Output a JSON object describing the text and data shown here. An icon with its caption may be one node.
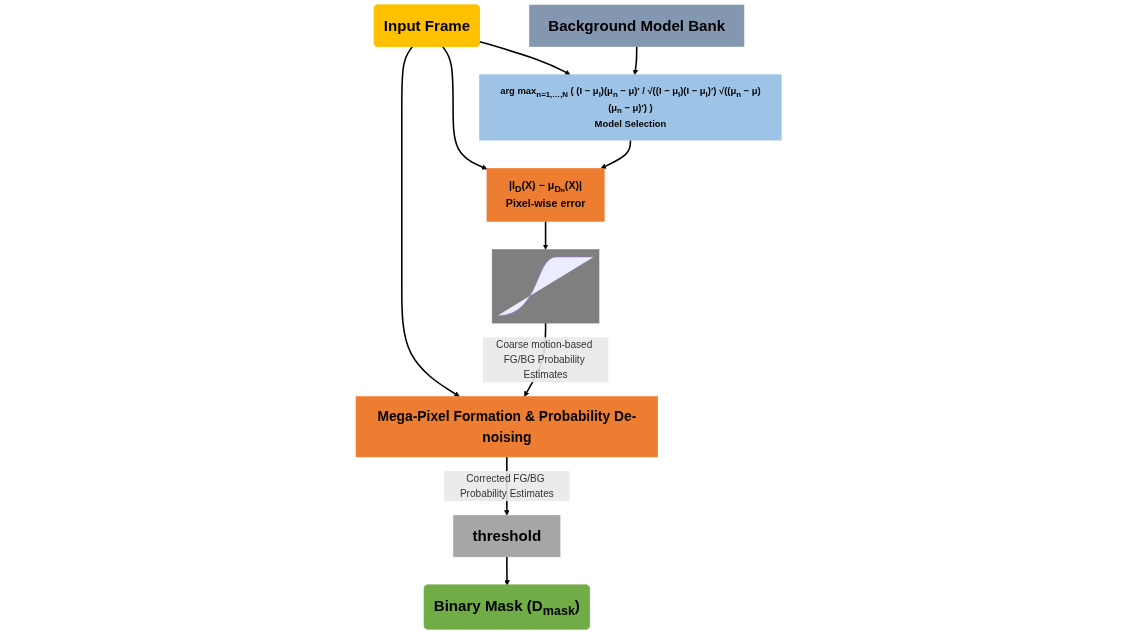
{
  "diagram": {
    "nodes": [
      {
        "text": [
          "Mega-Pixel Formation & Probability De-noising"
        ]
      },
      {
        "text": [
          "Input Frame"
        ]
      },
      {
        "text": [
          "arg max$_{n=1,…,N}$ ( (I − μ$_{I}$)(μ$_{n}$ − μ)′ / √((I − μ$_{I}$)(I − μ$_{I}$)′) √((μ$_{n}$ − μ)(μ$_{n}$ − μ)′) )",
          "Model Selection"
        ]
      },
      {
        "text": [
          "Background Model Bank"
        ]
      },
      {
        "text": [
          "|I$_{D}$(X) − μ$_{Dₙ}$(X)|",
          "Pixel-wise error"
        ]
      },
      {
        "text": [],
        "shape": "picture"
      },
      {
        "text": [
          "threshold"
        ]
      },
      {
        "text": [
          "Binary Mask (D$_{mask}$)"
        ]
      }
    ],
    "edges": [
      {
        "from": 1,
        "to": 0,
        "arrow": "to"
      },
      {
        "from": 1,
        "to": 2,
        "arrow": "to"
      },
      {
        "from": 1,
        "to": 4,
        "arrow": "to"
      },
      {
        "from": 2,
        "to": 4,
        "arrow": "to"
      },
      {
        "from": 3,
        "to": 2,
        "arrow": "to"
      },
      {
        "from": 4,
        "to": 5,
        "arrow": "to"
      },
      {
        "from": 5,
        "to": 0,
        "arrow": "to",
        "label": "Coarse motion-based FG/BG Probability Estimates"
      },
      {
        "from": 0,
        "to": 6,
        "arrow": "to",
        "label": "Corrected FG/BG Probability Estimates"
      },
      {
        "from": 6,
        "to": 7,
        "arrow": "to"
      }
    ]
  }
}
